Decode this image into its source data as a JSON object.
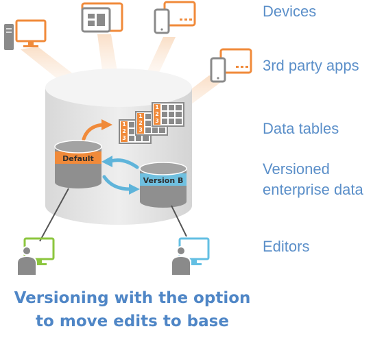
{
  "labels": {
    "devices": "Devices",
    "third_party_apps": "3rd party apps",
    "data_tables": "Data tables",
    "versioned_line1": "Versioned",
    "versioned_line2": "enterprise data",
    "editors": "Editors"
  },
  "databases": {
    "default": "Default",
    "version_b": "Version B"
  },
  "table_cells": [
    "1",
    "2",
    "3"
  ],
  "caption": {
    "line1": "Versioning with the option",
    "line2": "to move edits to base"
  },
  "icons": {
    "devices": [
      "desktop-icon",
      "tablet-icon",
      "tablet-icon",
      "phone-icon"
    ],
    "third_party": [
      "phone-icon",
      "tablet-icon"
    ],
    "editors": [
      "editor-workstation-icon",
      "editor-workstation-icon"
    ]
  },
  "colors": {
    "label_blue": "#5b8fc9",
    "caption_blue": "#4f86c6",
    "device_orange": "#f08a3a",
    "device_gray": "#8a8a8a",
    "drum_gray": "#e6e6e6",
    "db_gray": "#8f8f8f",
    "default_band": "#f08a3a",
    "version_band": "#6fc0e0",
    "arrow_orange": "#f08a3a",
    "arrow_blue": "#5fb4da",
    "editor_green": "#8cc63e",
    "editor_blue": "#63bfe3",
    "person_gray": "#8a8a8a"
  }
}
